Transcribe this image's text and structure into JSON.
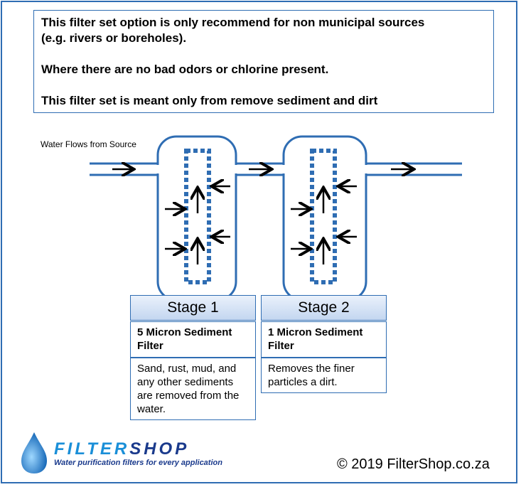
{
  "notice": {
    "line1": "This filter set option is only recommend for non municipal sources",
    "line2": "(e.g. rivers or boreholes).",
    "line3": "Where there are no bad odors or chlorine present.",
    "line4": "This filter set is meant only from remove sediment and dirt"
  },
  "source_label": "Water Flows from Source",
  "stages": [
    {
      "title": "Stage 1",
      "name": "5 Micron Sediment Filter",
      "desc": "Sand, rust, mud, and any other sediments are removed from the water."
    },
    {
      "title": "Stage 2",
      "name": "1 Micron Sediment Filter",
      "desc": "Removes the finer particles a dirt."
    }
  ],
  "brand": {
    "part1": "FILTER",
    "part2": "SHOP",
    "tagline": "Water purification filters for every application"
  },
  "copyright": "© 2019 FilterShop.co.za",
  "colors": {
    "accent": "#2f6db3",
    "brand_light": "#1a8fd8",
    "brand_dark": "#1a3a8c"
  }
}
